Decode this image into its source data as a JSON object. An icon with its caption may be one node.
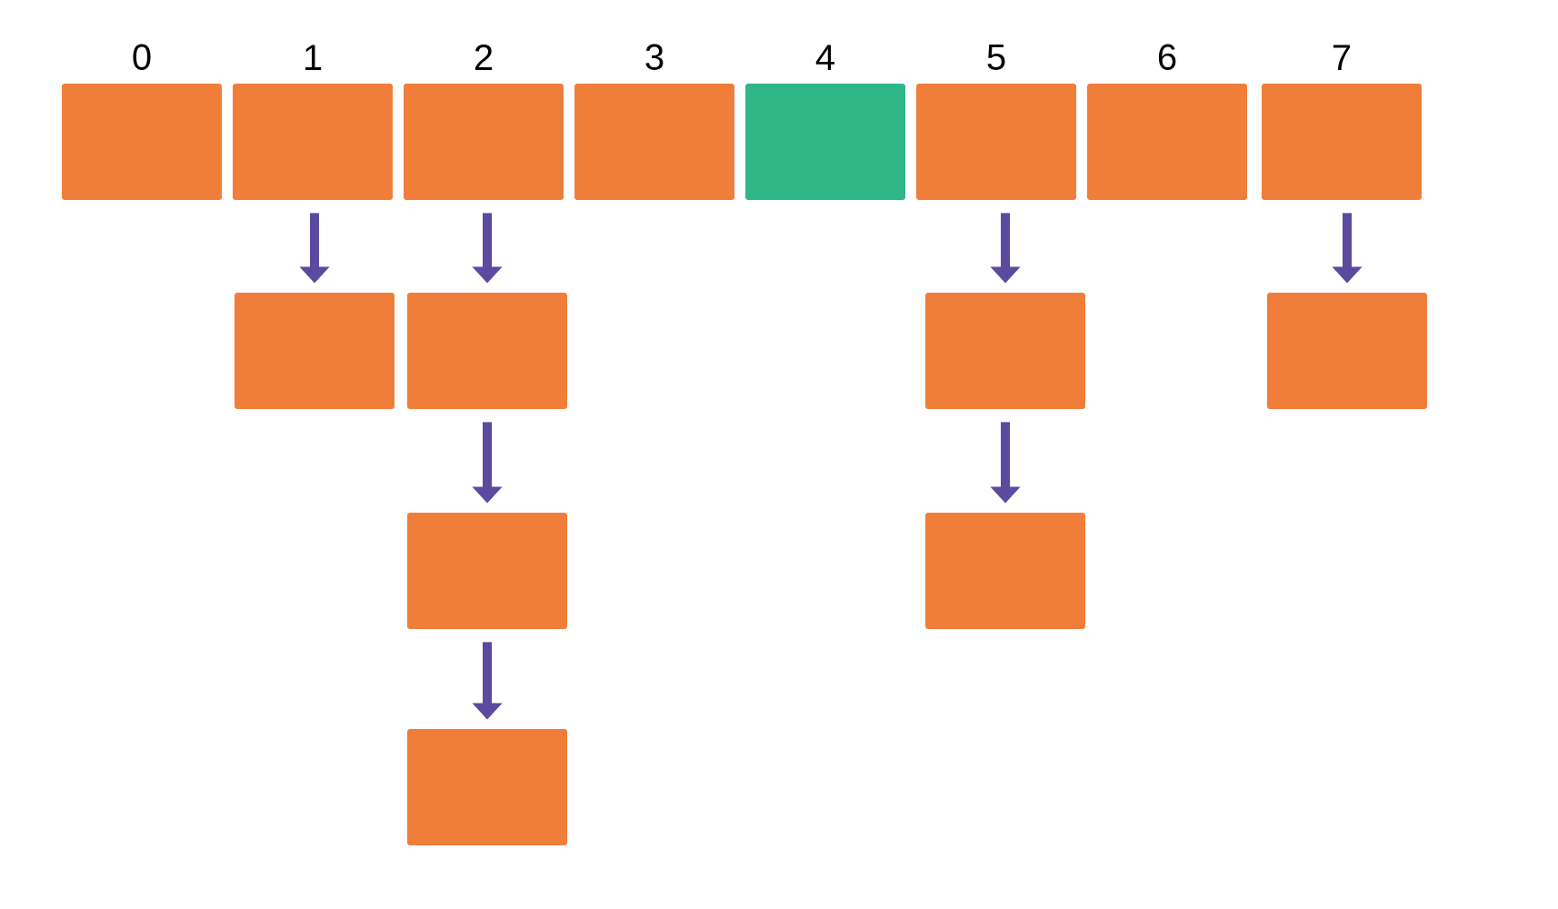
{
  "diagram": {
    "nodes": [
      {
        "text": [
          "0"
        ]
      },
      {
        "text": [
          "1"
        ]
      },
      {
        "text": [
          "2"
        ]
      },
      {
        "text": [
          "3"
        ]
      },
      {
        "text": [
          "4"
        ]
      },
      {
        "text": [
          "5"
        ]
      },
      {
        "text": [
          "6"
        ]
      },
      {
        "text": [
          "7"
        ]
      },
      {
        "text": [],
        "shape": "box"
      },
      {
        "text": [],
        "shape": "box"
      },
      {
        "text": [],
        "shape": "box"
      },
      {
        "text": [],
        "shape": "box"
      },
      {
        "text": [],
        "shape": "box"
      },
      {
        "text": [],
        "shape": "box"
      },
      {
        "text": [],
        "shape": "box"
      }
    ],
    "edges": [
      {
        "from": 1,
        "to": 8,
        "arrow": "to"
      },
      {
        "from": 2,
        "to": 9,
        "arrow": "to"
      },
      {
        "from": 5,
        "to": 10,
        "arrow": "to"
      },
      {
        "from": 7,
        "to": 11,
        "arrow": "to"
      },
      {
        "from": 9,
        "to": 12,
        "arrow": "to"
      },
      {
        "from": 10,
        "to": 13,
        "arrow": "to"
      },
      {
        "from": 12,
        "to": 14,
        "arrow": "to"
      }
    ]
  }
}
